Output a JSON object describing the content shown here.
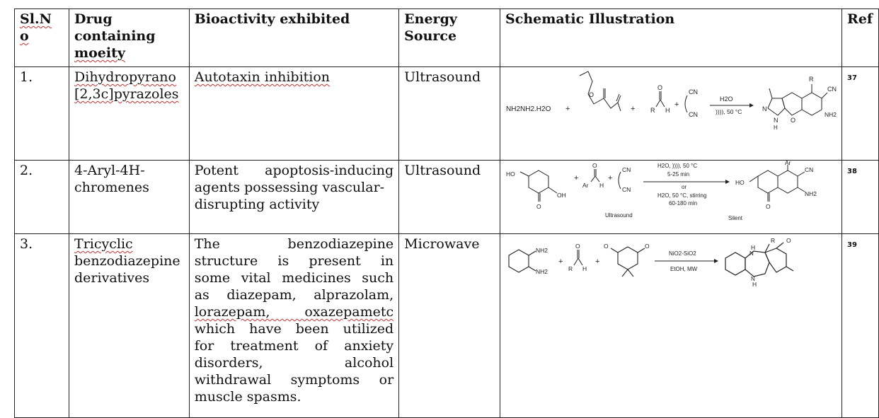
{
  "table": {
    "headers": {
      "slno_a": "Sl.N",
      "slno_b": "o",
      "drug_a": "Drug",
      "drug_b": "containing",
      "drug_c": "moeity",
      "bioactivity": "Bioactivity exhibited",
      "energy_a": "Energy",
      "energy_b": "Source",
      "schematic": "Schematic Illustration",
      "ref": "Ref"
    },
    "rows": [
      {
        "slno": "1.",
        "drug_a": "Dihydropyrano",
        "drug_b": "[2,3c]pyrazoles",
        "bioactivity": "Autotaxin inhibition",
        "energy": "Ultrasound",
        "ref": "37",
        "scheme": {
          "reagent": "NH2NH2.H2O",
          "plus": "+",
          "r_group": "R",
          "h_atom": "H",
          "o_atom": "O",
          "cn": "CN",
          "cond_top": "H2O",
          "cond_bottom": ")))), 50 °C",
          "nh2": "NH2",
          "n_atom": "N",
          "h_small": "H"
        }
      },
      {
        "slno": "2.",
        "drug_a": "4-Aryl-4H-",
        "drug_b": "chromenes",
        "bioactivity_lines": [
          "Potent apoptosis-inducing",
          "agents possessing vascular-",
          "disrupting activity"
        ],
        "energy": "Ultrasound",
        "ref": "38",
        "scheme": {
          "ho": "HO",
          "oh": "OH",
          "ar": "Ar",
          "h_atom": "H",
          "cn": "CN",
          "o_atom": "O",
          "plus": "+",
          "cond_1": "H2O, )))), 50 °C",
          "cond_2": "5-25 min",
          "cond_3": "or",
          "cond_4": "H2O, 50 °C, stirring",
          "cond_5": "60-180 min",
          "label_left": "Ultrasound",
          "label_right": "Silent",
          "nh2": "NH2"
        }
      },
      {
        "slno": "3.",
        "drug_a": "Tricyclic",
        "drug_b": "benzodiazepine",
        "drug_c": "derivatives",
        "bioactivity_lines": [
          "The benzodiazepine",
          "structure is present in",
          "some vital medicines such",
          "as diazepam, alprazolam,",
          "lorazepam, oxazepametc",
          "which have been utilized",
          "for treatment of anxiety",
          "disorders, alcohol",
          "withdrawal symptoms or",
          "muscle spasms."
        ],
        "energy": "Microwave",
        "ref": "39",
        "scheme": {
          "nh2": "NH2",
          "r_group": "R",
          "h_atom": "H",
          "o_atom": "O",
          "plus": "+",
          "cond_top": "NiO2-SiO2",
          "cond_bottom": "EtOH, MW",
          "nh": "H",
          "n_atom": "N"
        }
      }
    ]
  }
}
